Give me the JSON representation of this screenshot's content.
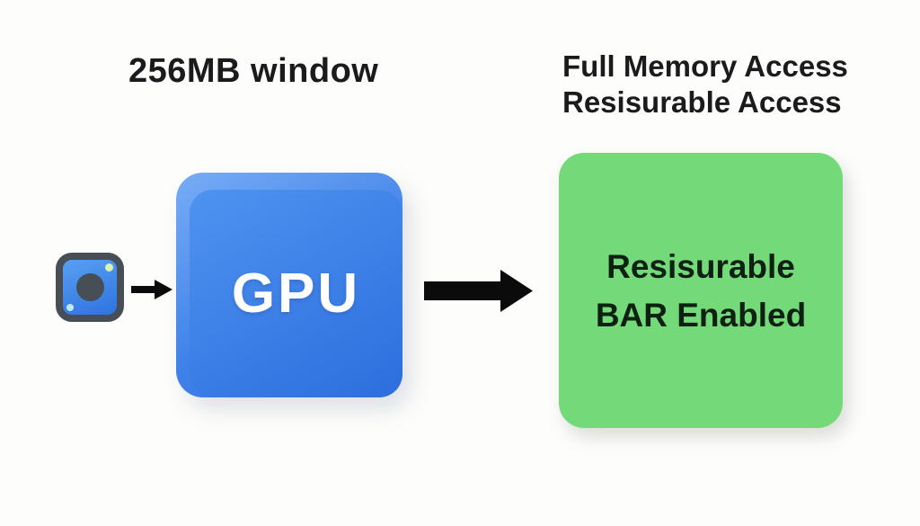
{
  "headings": {
    "left": "256MB window",
    "right_line1": "Full Memory Access",
    "right_line2": "Resisurable Access"
  },
  "gpu_box": {
    "label": "GPU"
  },
  "result_box": {
    "line1": "Resisurable",
    "line2": "BAR Enabled"
  },
  "icons": {
    "source_icon": "chip-device-icon",
    "small_arrow": "arrow-right-icon",
    "large_arrow": "arrow-right-icon"
  },
  "colors": {
    "page_bg": "#fdfdfb",
    "text_dark": "#1b1b1d",
    "arrow_black": "#0b0b0b",
    "icon_border": "#484e56",
    "icon_blue_light": "#58a0f2",
    "icon_blue_dark": "#2e72e0",
    "led_green": "#d9f2b4",
    "led_cyan": "#c0eaf3",
    "gpu_light": "#78acf6",
    "gpu_mid": "#3f82e8",
    "gpu_dark": "#2f6fdd",
    "gpu_front_light": "#4f93f0",
    "gpu_front_dark": "#2d6ede",
    "result_green": "#74da79",
    "result_text": "#0e2012"
  }
}
